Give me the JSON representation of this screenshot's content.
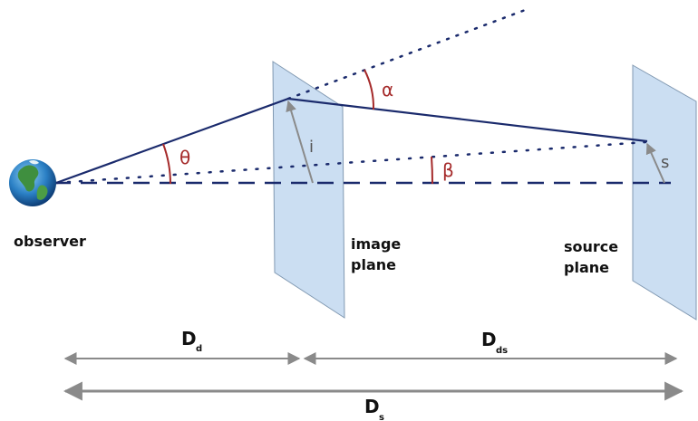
{
  "labels": {
    "observer": "observer",
    "image_plane": [
      "image",
      "plane"
    ],
    "source_plane": [
      "source",
      "plane"
    ]
  },
  "angles": {
    "theta": "θ",
    "alpha": "α",
    "beta": "β"
  },
  "vectors": {
    "image_position": "i",
    "source_position": "s"
  },
  "distances": {
    "d_lens": {
      "main": "D",
      "sub": "d"
    },
    "d_lens_source": {
      "main": "D",
      "sub": "ds"
    },
    "d_source": {
      "main": "D",
      "sub": "s"
    }
  },
  "colors": {
    "ray": "#1a2a6c",
    "axis": "#1a2a6c",
    "angle": "#a52a2a",
    "plane_fill": "#c9ddf2",
    "plane_stroke": "#7a93ad",
    "vector": "#8a8a8a",
    "dimension_arrow": "#8a8a8a"
  },
  "icons": {
    "observer": "earth-globe-icon"
  }
}
